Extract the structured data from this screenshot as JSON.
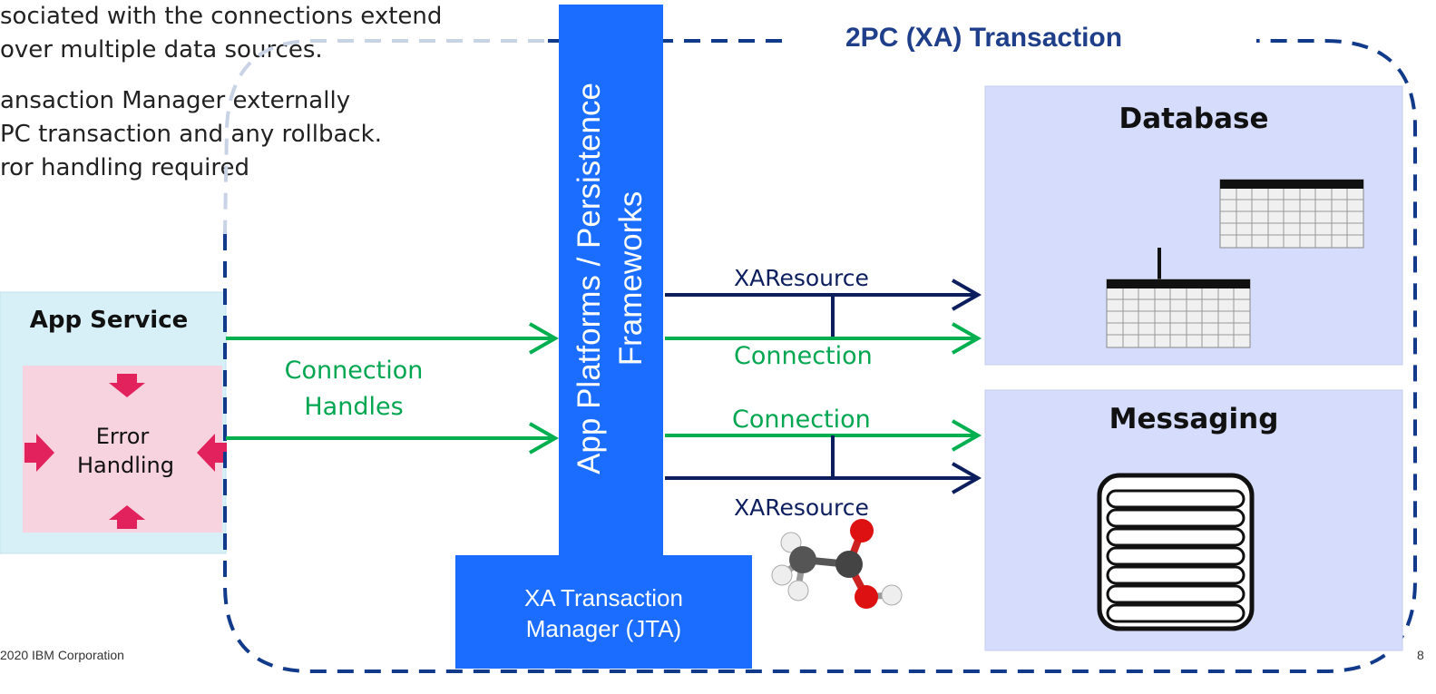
{
  "intro": {
    "lines": [
      "sociated with the connections extend",
      "over multiple data sources.",
      "ansaction Manager externally",
      "PC transaction and any rollback.",
      "ror handling required"
    ]
  },
  "app_service": {
    "title": "App Service",
    "error_handling": "Error Handling"
  },
  "connection_handles_label": "Connection Handles",
  "platform_label": "App Platforms / Persistence Frameworks",
  "xa_manager_label": "XA Transaction Manager (JTA)",
  "transaction_title": "2PC (XA) Transaction",
  "links": {
    "xaresource_top": "XAResource",
    "connection_db": "Connection",
    "connection_msg": "Connection",
    "xaresource_bottom": "XAResource"
  },
  "database_title": "Database",
  "messaging_title": "Messaging",
  "footer": {
    "copyright": "2020 IBM Corporation",
    "page_number": "8"
  },
  "colors": {
    "platform_blue": "#1a6dff",
    "connection_green": "#00b050",
    "xaresource_navy": "#0d1e5e",
    "boundary_navy": "#123a8a",
    "error_arrow": "#e2225c",
    "app_service_bg": "#d7f0f7",
    "error_bg": "#f6d3df",
    "resource_bg": "#d6dcfb"
  },
  "icons": [
    "arrow-down-icon",
    "arrow-right-icon",
    "arrow-left-icon",
    "arrow-up-icon",
    "table-icon",
    "message-queue-icon",
    "molecule-icon"
  ]
}
